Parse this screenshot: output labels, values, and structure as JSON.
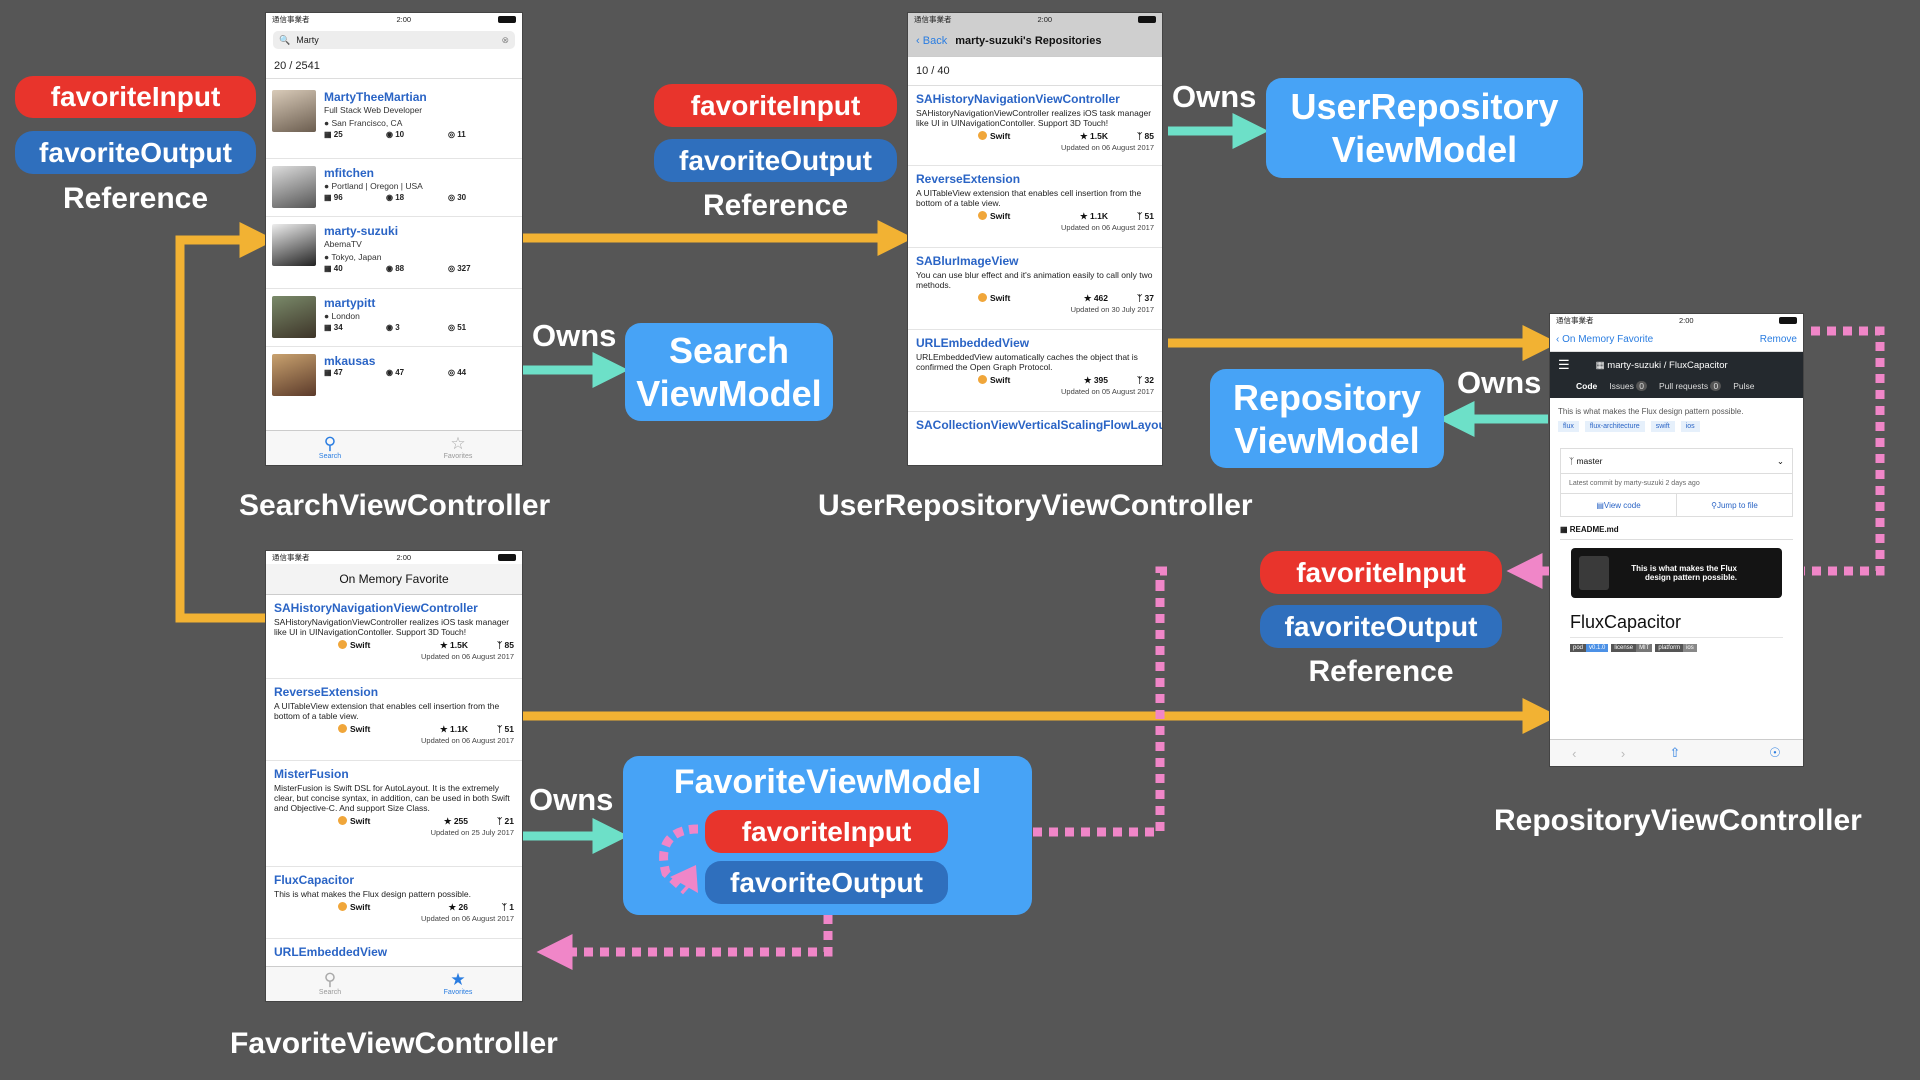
{
  "labels": {
    "owns": "Owns",
    "reference": "Reference",
    "favorite_input": "favoriteInput",
    "favorite_output": "favoriteOutput"
  },
  "view_models": {
    "search": "Search\nViewModel",
    "user_repository": "UserRepository\nViewModel",
    "repository": "Repository\nViewModel",
    "favorite": "FavoriteViewModel"
  },
  "controllers": {
    "search": "SearchViewController",
    "user_repository": "UserRepositoryViewController",
    "repository": "RepositoryViewController",
    "favorite": "FavoriteViewController"
  },
  "colors": {
    "background": "#565656",
    "input_red": "#e8342c",
    "output_blue": "#2f6fbd",
    "view_model_blue": "#47a3f6",
    "arrow_orange": "#f2b233",
    "arrow_teal": "#6de0c8",
    "arrow_pink_dotted": "#f086c8"
  },
  "status_bar": {
    "carrier": "通信事業者",
    "time": "2:00"
  },
  "search_screen": {
    "query": "Marty",
    "count": "20 / 2541",
    "users": [
      {
        "name": "MartyTheeMartian",
        "bio": "Full Stack Web Developer",
        "location": "San Francisco, CA",
        "repos": "25",
        "watchers": "10",
        "followers": "11"
      },
      {
        "name": "mfitchen",
        "bio": "",
        "location": "Portland | Oregon | USA",
        "repos": "96",
        "watchers": "18",
        "followers": "30"
      },
      {
        "name": "marty-suzuki",
        "bio": "AbemaTV",
        "location": "Tokyo, Japan",
        "repos": "40",
        "watchers": "88",
        "followers": "327"
      },
      {
        "name": "martypitt",
        "bio": "",
        "location": "London",
        "repos": "34",
        "watchers": "3",
        "followers": "51"
      },
      {
        "name": "mkausas",
        "bio": "",
        "location": "",
        "repos": "47",
        "watchers": "47",
        "followers": "44"
      }
    ],
    "tabs": {
      "search": "Search",
      "favorites": "Favorites"
    }
  },
  "user_repo_screen": {
    "back": "Back",
    "title": "marty-suzuki's Repositories",
    "count": "10 / 40",
    "repos": [
      {
        "name": "SAHistoryNavigationViewController",
        "desc": "SAHistoryNavigationViewController realizes iOS task manager like UI in UINavigationContoller. Support 3D Touch!",
        "lang": "Swift",
        "stars": "1.5K",
        "forks": "85",
        "updated": "Updated on 06 August 2017"
      },
      {
        "name": "ReverseExtension",
        "desc": "A UITableView extension that enables cell insertion from the bottom of a table view.",
        "lang": "Swift",
        "stars": "1.1K",
        "forks": "51",
        "updated": "Updated on 06 August 2017"
      },
      {
        "name": "SABlurImageView",
        "desc": "You can use blur effect and it's animation easily to call only two methods.",
        "lang": "Swift",
        "stars": "462",
        "forks": "37",
        "updated": "Updated on 30 July 2017"
      },
      {
        "name": "URLEmbeddedView",
        "desc": "URLEmbeddedView automatically caches the object that is confirmed the Open Graph Protocol.",
        "lang": "Swift",
        "stars": "395",
        "forks": "32",
        "updated": "Updated on 05 August 2017"
      }
    ],
    "last_partial": "SACollectionViewVerticalScalingFlowLayout"
  },
  "favorite_screen": {
    "title": "On Memory Favorite",
    "repos": [
      {
        "name": "SAHistoryNavigationViewController",
        "desc": "SAHistoryNavigationViewController realizes iOS task manager like UI in UINavigationContoller. Support 3D Touch!",
        "lang": "Swift",
        "stars": "1.5K",
        "forks": "85",
        "updated": "Updated on 06 August 2017"
      },
      {
        "name": "ReverseExtension",
        "desc": "A UITableView extension that enables cell insertion from the bottom of a table view.",
        "lang": "Swift",
        "stars": "1.1K",
        "forks": "51",
        "updated": "Updated on 06 August 2017"
      },
      {
        "name": "MisterFusion",
        "desc": "MisterFusion is Swift DSL for AutoLayout. It is the extremely clear, but concise syntax, in addition, can be used in both Swift and Objective-C. And support Size Class.",
        "lang": "Swift",
        "stars": "255",
        "forks": "21",
        "updated": "Updated on 25 July 2017"
      },
      {
        "name": "FluxCapacitor",
        "desc": "This is what makes the Flux design pattern possible.",
        "lang": "Swift",
        "stars": "26",
        "forks": "1",
        "updated": "Updated on 06 August 2017"
      }
    ],
    "last_partial": "URLEmbeddedView"
  },
  "repository_screen": {
    "back": "On Memory Favorite",
    "remove": "Remove",
    "repo_path": "marty-suzuki / FluxCapacitor",
    "tabs": [
      "Code",
      "Issues",
      "Pull requests",
      "Pulse"
    ],
    "issues_count": "0",
    "pr_count": "0",
    "description": "This is what makes the Flux design pattern possible.",
    "topics": [
      "flux",
      "flux-architecture",
      "swift",
      "ios"
    ],
    "branch": "master",
    "latest_commit": "Latest commit by marty-suzuki 2 days ago",
    "view_code": "View code",
    "jump_to_file": "Jump to file",
    "readme": "README.md",
    "banner_text": "This is what makes the Flux design pattern possible.",
    "heading": "FluxCapacitor",
    "badges": [
      "pod",
      "v0.1.0",
      "license",
      "MIT",
      "platform",
      "ios"
    ]
  }
}
